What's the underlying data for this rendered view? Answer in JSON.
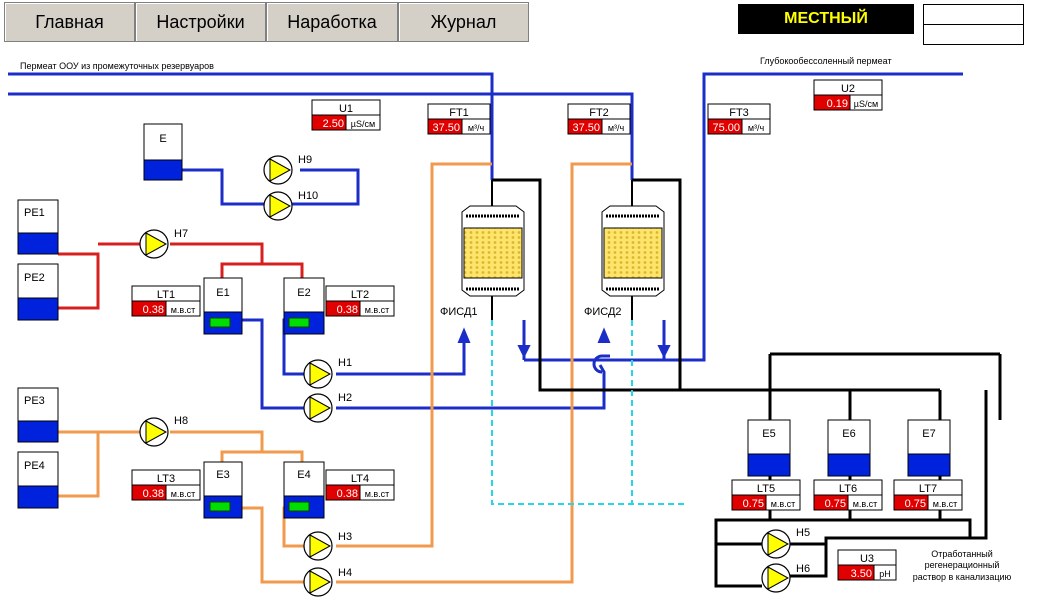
{
  "nav": {
    "main": "Главная",
    "settings": "Настройки",
    "runtime": "Наработка",
    "log": "Журнал"
  },
  "mode": "МЕСТНЫЙ",
  "captions": {
    "permeate_in": "Пермеат ООУ из промежуточных резервуаров",
    "permeate_out": "Глубокообессоленный пермеат",
    "waste_1": "Отработанный",
    "waste_2": "регенерационный",
    "waste_3": "раствор в канализацию"
  },
  "tanks": {
    "E": "E",
    "PE1": "PE1",
    "PE2": "PE2",
    "PE3": "PE3",
    "PE4": "PE4",
    "E1": "E1",
    "E2": "E2",
    "E3": "E3",
    "E4": "E4",
    "E5": "E5",
    "E6": "E6",
    "E7": "E7"
  },
  "pumps": {
    "H1": "H1",
    "H2": "H2",
    "H3": "H3",
    "H4": "H4",
    "H5": "H5",
    "H6": "H6",
    "H7": "H7",
    "H8": "H8",
    "H9": "H9",
    "H10": "H10"
  },
  "filters": {
    "f1": "ФИСД1",
    "f2": "ФИСД2"
  },
  "sensors": {
    "U1": {
      "name": "U1",
      "value": "2.50",
      "unit": "µS/см"
    },
    "U2": {
      "name": "U2",
      "value": "0.19",
      "unit": "µS/см"
    },
    "U3": {
      "name": "U3",
      "value": "3.50",
      "unit": "pH"
    },
    "FT1": {
      "name": "FT1",
      "value": "37.50",
      "unit": "м³/ч"
    },
    "FT2": {
      "name": "FT2",
      "value": "37.50",
      "unit": "м³/ч"
    },
    "FT3": {
      "name": "FT3",
      "value": "75.00",
      "unit": "м³/ч"
    },
    "LT1": {
      "name": "LT1",
      "value": "0.38",
      "unit": "м.в.ст"
    },
    "LT2": {
      "name": "LT2",
      "value": "0.38",
      "unit": "м.в.ст"
    },
    "LT3": {
      "name": "LT3",
      "value": "0.38",
      "unit": "м.в.ст"
    },
    "LT4": {
      "name": "LT4",
      "value": "0.38",
      "unit": "м.в.ст"
    },
    "LT5": {
      "name": "LT5",
      "value": "0.75",
      "unit": "м.в.ст"
    },
    "LT6": {
      "name": "LT6",
      "value": "0.75",
      "unit": "м.в.ст"
    },
    "LT7": {
      "name": "LT7",
      "value": "0.75",
      "unit": "м.в.ст"
    }
  },
  "colors": {
    "water": "#1c2ec8",
    "acid": "#d62020",
    "alkali": "#ef9a4c",
    "waste": "#000000",
    "air": "#28d4e8",
    "value_bg": "#e00000",
    "pump_fill": "#ffff00",
    "level_fill": "#0022dd",
    "indicator": "#00dd00"
  }
}
